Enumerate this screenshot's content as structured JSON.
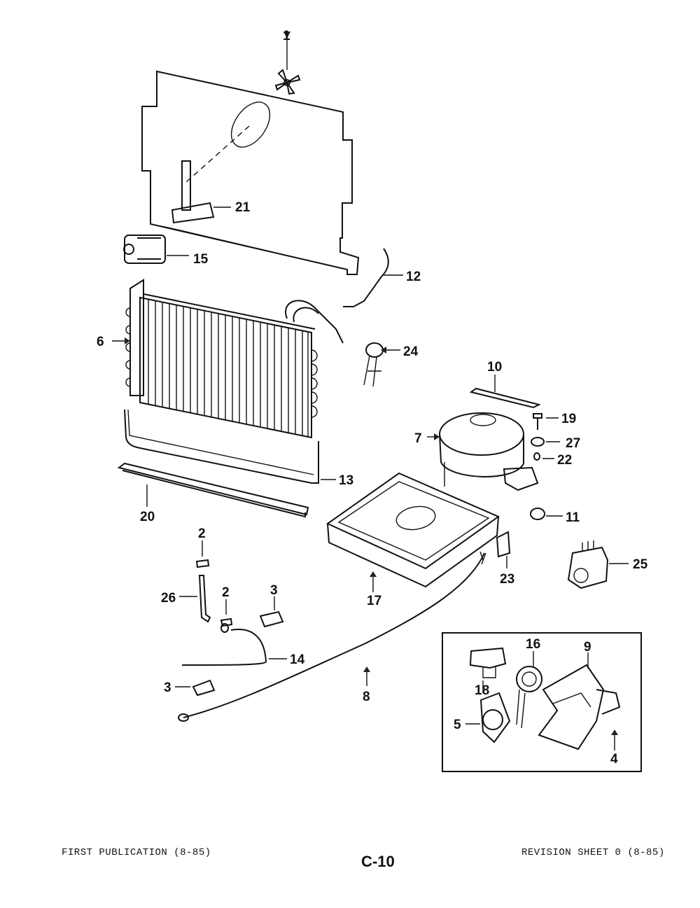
{
  "footer": {
    "left": "FIRST PUBLICATION (8-85)",
    "right": "REVISION SHEET 0 (8-85)",
    "page": "C-10"
  },
  "callouts": {
    "p1": "1",
    "p2a": "2",
    "p2b": "2",
    "p3a": "3",
    "p3b": "3",
    "p4": "4",
    "p5": "5",
    "p6": "6",
    "p7": "7",
    "p8": "8",
    "p9": "9",
    "p10": "10",
    "p11": "11",
    "p12": "12",
    "p13": "13",
    "p14": "14",
    "p15": "15",
    "p16": "16",
    "p17": "17",
    "p18": "18",
    "p19": "19",
    "p20": "20",
    "p21": "21",
    "p22": "22",
    "p23": "23",
    "p24": "24",
    "p25": "25",
    "p26": "26",
    "p27": "27"
  }
}
